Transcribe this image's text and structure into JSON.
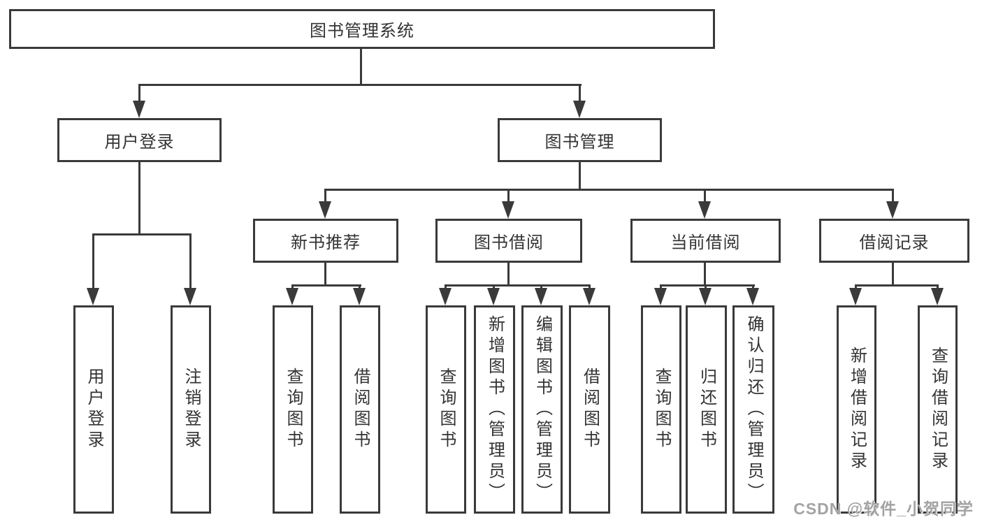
{
  "nodes": {
    "root": "图书管理系统",
    "user_login": {
      "label": "用户登录",
      "leaves": [
        "用户登录",
        "注销登录"
      ]
    },
    "book_management": {
      "label": "图书管理"
    },
    "new_book_recommend": {
      "label": "新书推荐",
      "leaves": [
        "查询图书",
        "借阅图书"
      ]
    },
    "book_borrow": {
      "label": "图书借阅",
      "leaves": [
        "查询图书",
        "新增图书（管理员）",
        "编辑图书（管理员）",
        "借阅图书"
      ]
    },
    "current_borrow": {
      "label": "当前借阅",
      "leaves": [
        "查询图书",
        "归还图书",
        "确认归还（管理员）"
      ]
    },
    "borrow_record": {
      "label": "借阅记录",
      "leaves": [
        "新增借阅记录",
        "查询借阅记录"
      ]
    }
  },
  "watermark": "CSDN @软件_小贺同学",
  "colors": {
    "line": "#3a3a3a",
    "text": "#333333",
    "watermark": "#a3a3a3",
    "background": "#ffffff"
  }
}
